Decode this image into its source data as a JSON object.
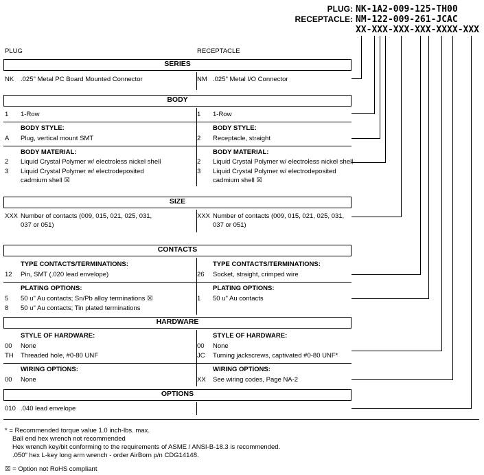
{
  "colors": {
    "ink": "#000000",
    "paper": "#ffffff"
  },
  "part_numbers": {
    "plug_label": "PLUG:",
    "plug_value": "NK-1A2-009-125-TH00",
    "receptacle_label": "RECEPTACLE:",
    "receptacle_value": "NM-122-009-261-JCAC",
    "pattern": "XX-XXX-XXX-XXX-XXXX-XXX"
  },
  "columns": {
    "left": "PLUG",
    "right": "RECEPTACLE"
  },
  "series": {
    "title": "SERIES",
    "left": {
      "code": "NK",
      "desc": ".025\" Metal PC Board Mounted Connector"
    },
    "right": {
      "code": "NM",
      "desc": ".025\" Metal I/O Connector"
    }
  },
  "body": {
    "title": "BODY",
    "row": {
      "left": {
        "code": "1",
        "desc": "1-Row"
      },
      "right": {
        "code": "1",
        "desc": "1-Row"
      }
    },
    "style": {
      "left_heading": "BODY STYLE:",
      "right_heading": "BODY STYLE:",
      "left": {
        "code": "A",
        "desc": "Plug, vertical mount SMT"
      },
      "right": {
        "code": "2",
        "desc": "Receptacle, straight"
      }
    },
    "material": {
      "left_heading": "BODY MATERIAL:",
      "right_heading": "BODY MATERIAL:",
      "left": [
        {
          "code": "2",
          "desc": "Liquid Crystal Polymer w/ electroless nickel shell"
        },
        {
          "code": "3",
          "desc": "Liquid Crystal Polymer w/ electrodeposited\ncadmium shell ☒"
        }
      ],
      "right": [
        {
          "code": "2",
          "desc": "Liquid Crystal Polymer w/ electroless nickel shell"
        },
        {
          "code": "3",
          "desc": "Liquid Crystal Polymer w/ electrodeposited\ncadmium shell ☒"
        }
      ]
    }
  },
  "size": {
    "title": "SIZE",
    "left": {
      "code": "XXX",
      "desc": "Number of contacts (009, 015, 021, 025, 031,\n037 or 051)"
    },
    "right": {
      "code": "XXX",
      "desc": "Number of contacts (009, 015, 021, 025, 031,\n037 or 051)"
    }
  },
  "contacts": {
    "title": "CONTACTS",
    "type": {
      "left_heading": "TYPE CONTACTS/TERMINATIONS:",
      "right_heading": "TYPE CONTACTS/TERMINATIONS:",
      "left": {
        "code": "12",
        "desc": "Pin, SMT (.020 lead envelope)"
      },
      "right": {
        "code": "26",
        "desc": "Socket, straight, crimped wire"
      }
    },
    "plating": {
      "left_heading": "PLATING OPTIONS:",
      "right_heading": "PLATING OPTIONS:",
      "left": [
        {
          "code": "5",
          "desc": "50 u\" Au contacts; Sn/Pb alloy terminations ☒"
        },
        {
          "code": "8",
          "desc": "50 u\" Au contacts; Tin plated terminations"
        }
      ],
      "right": [
        {
          "code": "1",
          "desc": "50 u\" Au contacts"
        }
      ]
    }
  },
  "hardware": {
    "title": "HARDWARE",
    "style": {
      "left_heading": "STYLE OF HARDWARE:",
      "right_heading": "STYLE OF HARDWARE:",
      "left": [
        {
          "code": "00",
          "desc": "None"
        },
        {
          "code": "TH",
          "desc": "Threaded hole, #0-80 UNF"
        }
      ],
      "right": [
        {
          "code": "00",
          "desc": "None"
        },
        {
          "code": "JC",
          "desc": "Turning jackscrews, captivated #0-80 UNF*"
        }
      ]
    },
    "wiring": {
      "left_heading": "WIRING OPTIONS:",
      "right_heading": "WIRING OPTIONS:",
      "left": {
        "code": "00",
        "desc": "None"
      },
      "right": {
        "code": "XX",
        "desc": "See wiring codes, Page NA-2"
      }
    }
  },
  "options": {
    "title": "OPTIONS",
    "left": {
      "code": "010",
      "desc": ".040 lead envelope"
    }
  },
  "footnotes": {
    "torque": "* = Recommended torque value 1.0 inch-lbs. max.",
    "ball_end": "Ball end hex wrench not recommended",
    "hex_wrench": "Hex wrench key/bit conforming to the requirements of ASME / ANSI-B-18.3 is recommended.",
    "l_key": ".050\" hex L-key long arm wrench - order AirBorn p/n CDG14148.",
    "rohs": "☒ = Option not RoHS compliant"
  }
}
